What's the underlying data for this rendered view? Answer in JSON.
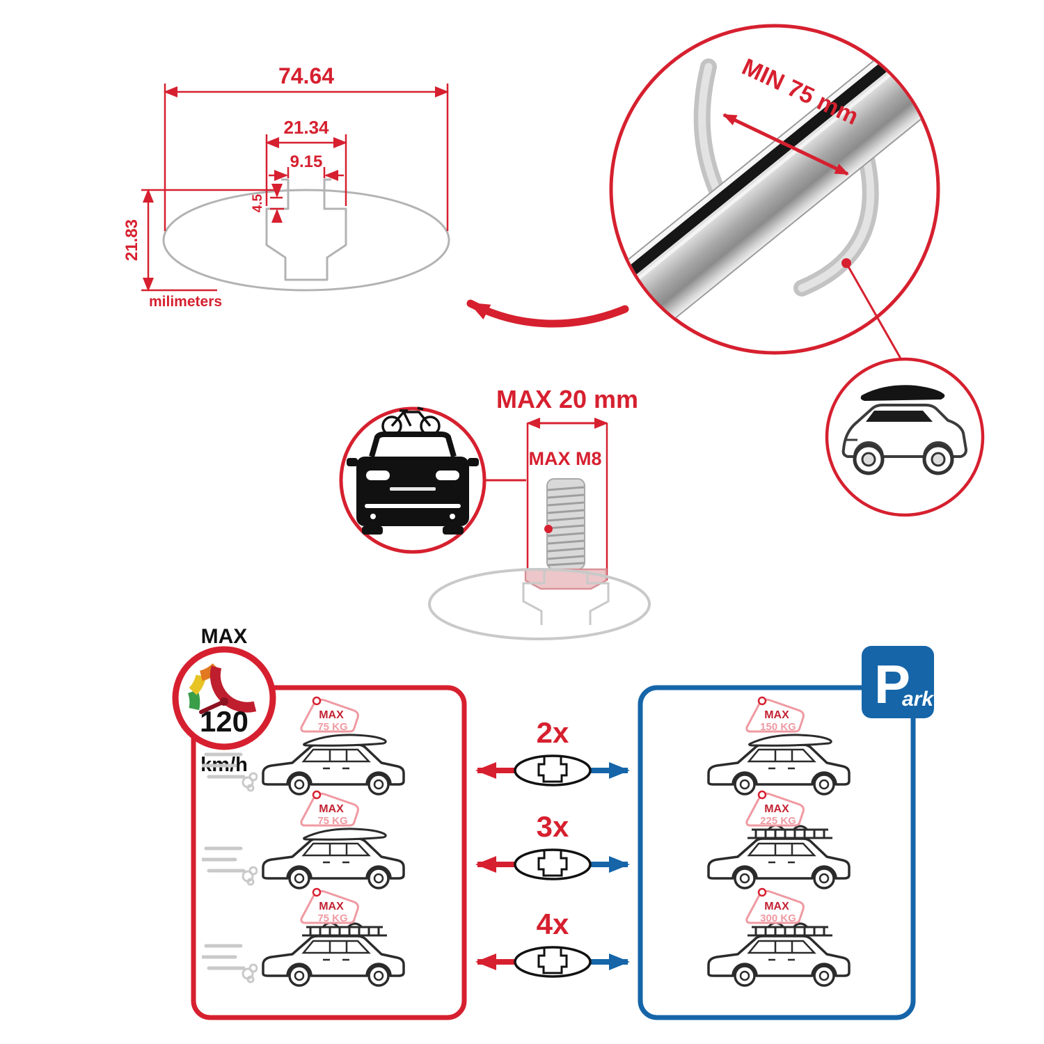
{
  "colors": {
    "red": "#d6202f",
    "dark_red": "#c32233",
    "pink": "#ef9aa2",
    "blue": "#1565a8",
    "gray": "#b3b3b3",
    "ink": "#111111"
  },
  "dimension_diagram": {
    "total_width": "74.64",
    "slot_outer_width": "21.34",
    "slot_inner_width": "9.15",
    "lip_depth": "4.5",
    "total_height": "21.83",
    "units_label": "milimeters"
  },
  "bar_detail": {
    "min_span_label": "MIN 75 mm"
  },
  "bolt_detail": {
    "max_width_label": "MAX 20 mm",
    "max_thread_label": "MAX M8"
  },
  "speed_gauge": {
    "label": "MAX",
    "value": "120",
    "unit": "km/h"
  },
  "driving_panel": {
    "cars": [
      {
        "load_label": "MAX",
        "load_value": "75 KG"
      },
      {
        "load_label": "MAX",
        "load_value": "75 KG"
      },
      {
        "load_label": "MAX",
        "load_value": "75 KG"
      }
    ]
  },
  "parking_panel": {
    "sign_p": "P",
    "sign_ark": "ark",
    "cars": [
      {
        "load_label": "MAX",
        "load_value": "150 KG"
      },
      {
        "load_label": "MAX",
        "load_value": "225 KG"
      },
      {
        "load_label": "MAX",
        "load_value": "300 KG"
      }
    ]
  },
  "quantity_rows": [
    {
      "label": "2x"
    },
    {
      "label": "3x"
    },
    {
      "label": "4x"
    }
  ]
}
